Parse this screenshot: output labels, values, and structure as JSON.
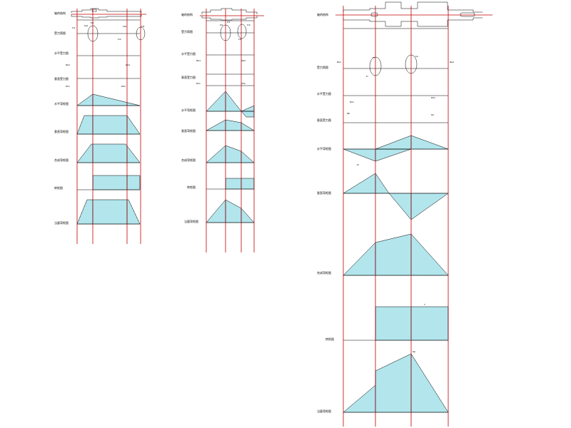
{
  "drawing": {
    "background": "#ffffff",
    "guide_line_color": "#c00000",
    "hatch_color": "#00a8c0",
    "line_color": "#000000",
    "panels": [
      {
        "id": "shaft-1",
        "row_labels": [
          "轴的结构",
          "受力简图",
          "水平受力图",
          "垂直受力图",
          "水平弯矩图",
          "垂直弯矩图",
          "合成弯矩图",
          "转矩图",
          "当量弯矩图"
        ],
        "annotations": [
          "Fr1",
          "Fa1",
          "Ft1",
          "Fr2",
          "Fa2",
          "Ft2",
          "RH1",
          "RH2",
          "RV1",
          "RV2"
        ]
      },
      {
        "id": "shaft-2",
        "row_labels": [
          "轴的结构",
          "受力简图",
          "水平受力图",
          "垂直受力图",
          "水平弯矩图",
          "垂直弯矩图",
          "合成弯矩图",
          "转矩图",
          "当量弯矩图"
        ],
        "annotations": [
          "Ft1",
          "Fr1",
          "Ft2",
          "Fr2",
          "RH1",
          "RH2",
          "RV1",
          "RV2"
        ]
      },
      {
        "id": "shaft-3",
        "row_labels": [
          "轴的结构",
          "受力简图",
          "水平受力图",
          "垂直受力图",
          "水平弯矩图",
          "垂直弯矩图",
          "合成弯矩图",
          "转矩图",
          "当量弯矩图"
        ],
        "annotations": [
          "Fr",
          "Ft",
          "Fa",
          "RH1",
          "RH2",
          "RV1",
          "RV2",
          "Mh",
          "Mv",
          "M",
          "T",
          "Me"
        ]
      }
    ]
  }
}
